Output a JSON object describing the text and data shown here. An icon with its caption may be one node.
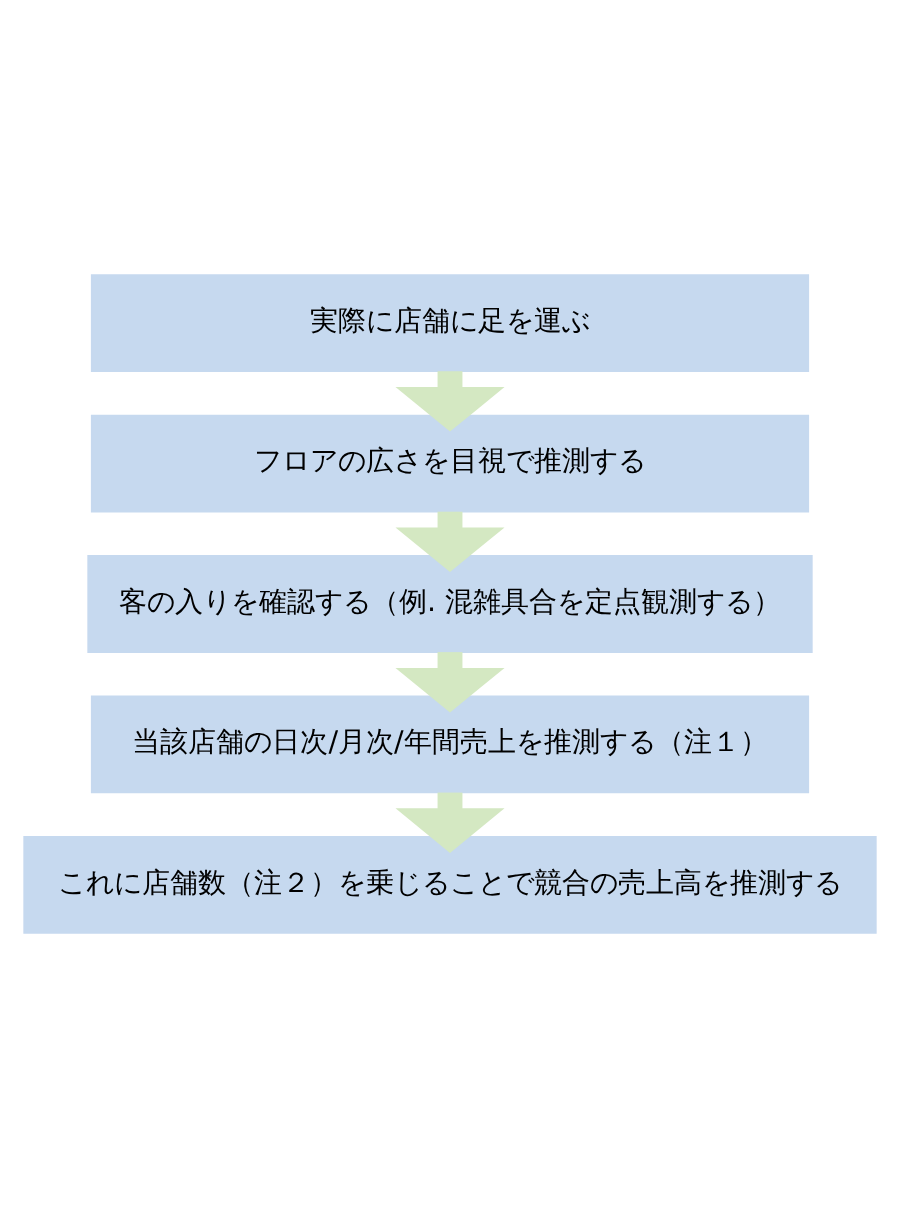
{
  "diagram": {
    "nodes": [
      {
        "text": [
          "実際に店舗に足を運ぶ"
        ]
      },
      {
        "text": [
          "フロアの広さを目視で推測する"
        ]
      },
      {
        "text": [
          "客の入りを確認する（例. 混雑具合を定点観測する）"
        ]
      },
      {
        "text": [
          "当該店舗の日次/月次/年間売上を推測する（注１）"
        ]
      },
      {
        "text": [
          "これに店舗数（注２）を乗じることで競合の売上高を推測する"
        ]
      }
    ],
    "edges": [
      {
        "from": 0,
        "to": 1,
        "arrow": "to"
      },
      {
        "from": 1,
        "to": 2,
        "arrow": "to"
      },
      {
        "from": 2,
        "to": 3,
        "arrow": "to"
      },
      {
        "from": 3,
        "to": 4,
        "arrow": "to"
      }
    ]
  }
}
